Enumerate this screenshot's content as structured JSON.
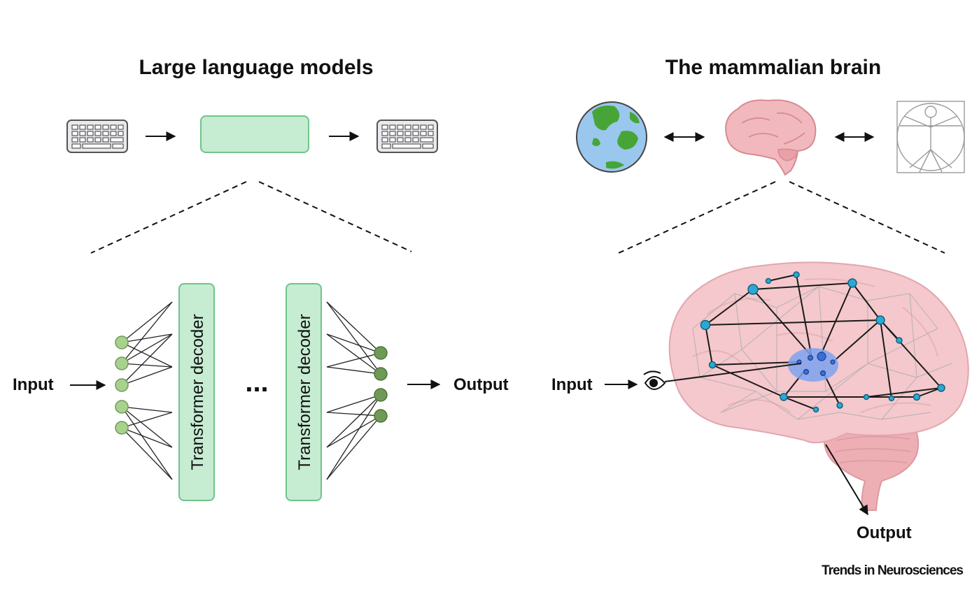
{
  "left_panel": {
    "title": "Large language models",
    "input_label": "Input",
    "output_label": "Output",
    "layer_label_1": "Transformer decoder",
    "layer_label_2": "Transformer decoder",
    "ellipsis": "...",
    "colors": {
      "box_fill": "#c6ecd2",
      "box_stroke": "#6fc48a",
      "light_node": "#a8d18f",
      "dark_node": "#6f9a55"
    }
  },
  "right_panel": {
    "title": "The mammalian brain",
    "input_label": "Input",
    "output_label": "Output",
    "icons": [
      "earth-icon",
      "brain-icon",
      "vitruvian-man-icon",
      "eye-icon"
    ],
    "colors": {
      "brain_fill": "#f2c3c8",
      "node": "#2aa9d6",
      "hub": "#3a6fd9"
    }
  },
  "credit": "Trends in Neurosciences"
}
